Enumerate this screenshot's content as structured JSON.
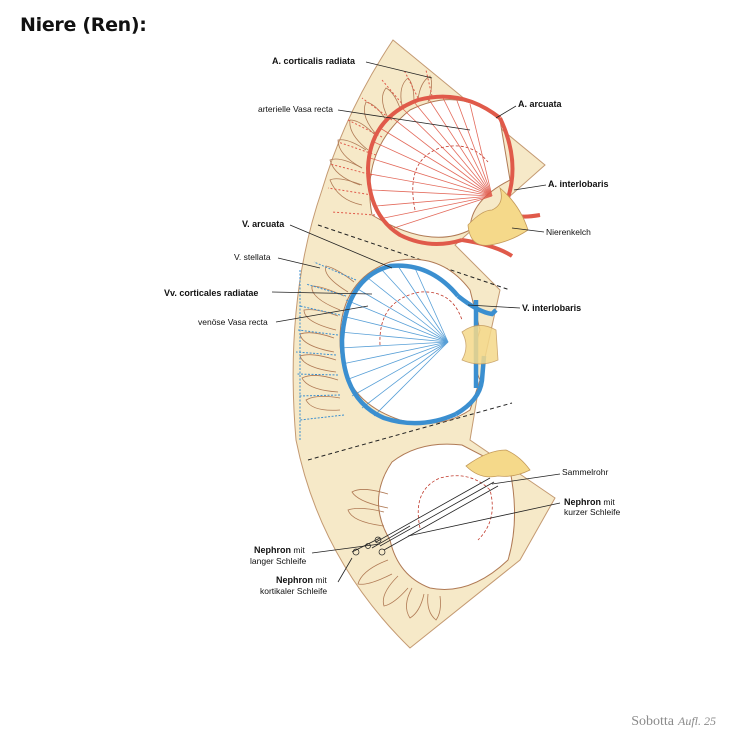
{
  "title": "Niere (Ren):",
  "labels": {
    "a_corticalis_radiata": "A. corticalis radiata",
    "arterielle_vasa_recta": "arterielle Vasa recta",
    "a_arcuata": "A. arcuata",
    "a_interlobaris": "A. interlobaris",
    "nierenkelch": "Nierenkelch",
    "v_arcuata": "V. arcuata",
    "v_stellata": "V. stellata",
    "vv_corticales_radiatae": "Vv. corticales radiatae",
    "v_interlobaris": "V. interlobaris",
    "venoese_vasa_recta": "venöse Vasa recta",
    "sammelrohr": "Sammelrohr",
    "nephron_kurz_bold": "Nephron",
    "nephron_kurz_rest": " mit",
    "nephron_kurz_line2": "kurzer Schleife",
    "nephron_lang_bold": "Nephron",
    "nephron_lang_rest": " mit",
    "nephron_lang_line2": "langer Schleife",
    "nephron_kort_bold": "Nephron",
    "nephron_kort_rest": " mit",
    "nephron_kort_line2": "kortikaler Schleife"
  },
  "credit": {
    "name": "Sobotta",
    "edition": "Aufl. 25"
  },
  "colors": {
    "cortex": "#f6e9c8",
    "outline": "#b07a55",
    "artery": "#e05a4a",
    "artery_light": "#f0a090",
    "vein": "#3b8fd0",
    "vein_light": "#8cc0ea",
    "calyx": "#f5d98a"
  }
}
